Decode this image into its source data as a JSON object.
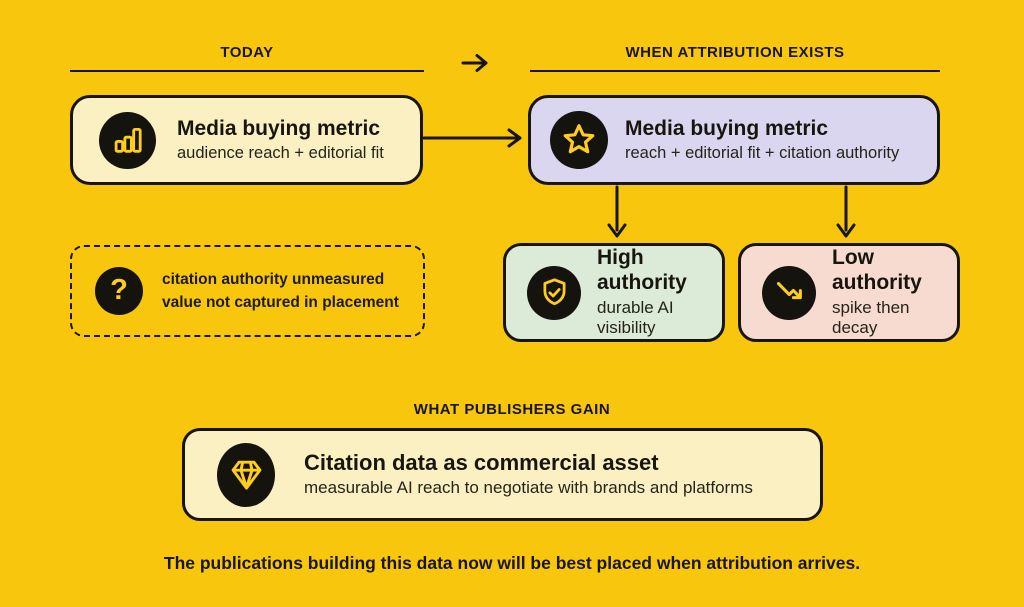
{
  "palette": {
    "background": "#f8c70d",
    "ink": "#17150e",
    "card_cream": "#faf0c2",
    "card_lavender": "#dbd6f0",
    "card_green": "#dcebd8",
    "card_pink": "#f8dbd0",
    "icon_yellow": "#ffcd1e",
    "icon_circle_black": "#15130d"
  },
  "icons": {
    "media_today": "bar-chart-icon",
    "media_attribution": "star-icon",
    "unmeasured": "question-mark-icon",
    "high_authority": "shield-check-icon",
    "low_authority": "trend-down-icon",
    "commercial": "diamond-icon"
  },
  "headings": {
    "today": "TODAY",
    "attribution": "WHEN ATTRIBUTION EXISTS",
    "publishers": "WHAT PUBLISHERS GAIN"
  },
  "cards": {
    "media_today": {
      "title": "Media buying metric",
      "subtitle": "audience reach + editorial fit"
    },
    "media_attribution": {
      "title": "Media buying metric",
      "subtitle": "reach + editorial fit + citation authority"
    },
    "unmeasured": {
      "line1": "citation authority unmeasured",
      "line2": "value not captured in placement",
      "icon_glyph": "?"
    },
    "high_authority": {
      "title": "High authority",
      "subtitle": "durable AI visibility"
    },
    "low_authority": {
      "title": "Low authority",
      "subtitle": "spike then decay"
    },
    "commercial": {
      "title": "Citation data as commercial asset",
      "subtitle": "measurable AI reach to negotiate with brands and platforms"
    }
  },
  "footer": {
    "caption": "The publications building this data now will be best placed when attribution arrives."
  }
}
